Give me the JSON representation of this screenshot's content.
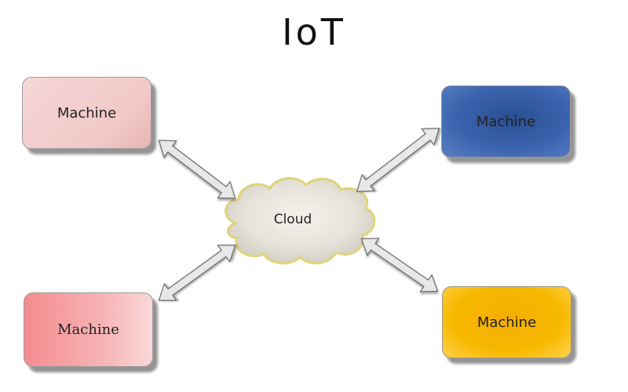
{
  "title": "IoT",
  "cloud": {
    "label": "Cloud"
  },
  "machines": [
    {
      "label": "Machine",
      "position": "top-left",
      "color": "#f2c8c8"
    },
    {
      "label": "Machine",
      "position": "top-right",
      "color": "#3a63ad"
    },
    {
      "label": "Machine",
      "position": "bottom-left",
      "color": "#f38c8f"
    },
    {
      "label": "Machine",
      "position": "bottom-right",
      "color": "#f7b800"
    }
  ],
  "arrows": [
    {
      "from": "top-left machine",
      "to": "cloud",
      "direction": "bidirectional"
    },
    {
      "from": "top-right machine",
      "to": "cloud",
      "direction": "bidirectional"
    },
    {
      "from": "bottom-left machine",
      "to": "cloud",
      "direction": "bidirectional"
    },
    {
      "from": "bottom-right machine",
      "to": "cloud",
      "direction": "bidirectional"
    }
  ]
}
